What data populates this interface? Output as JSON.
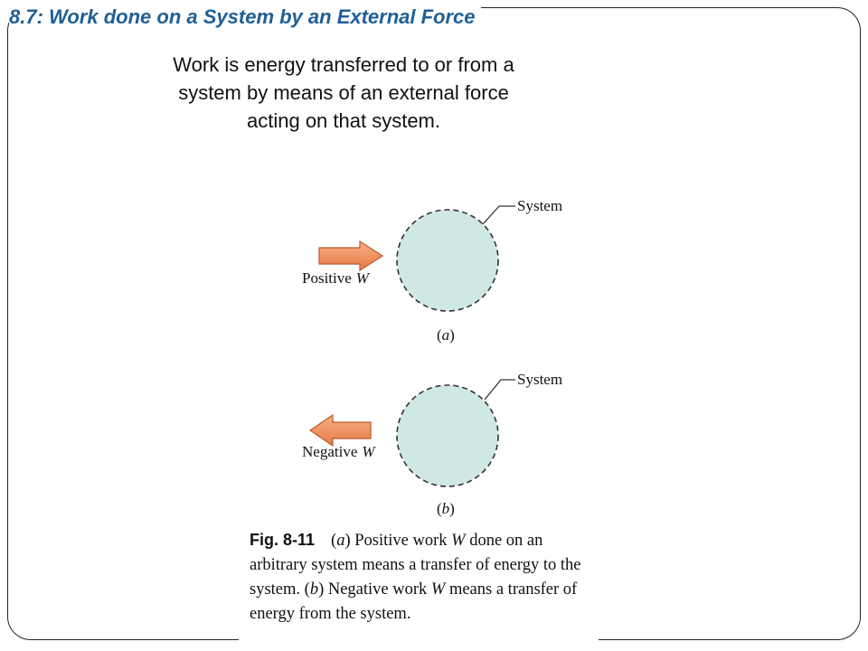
{
  "slide": {
    "title": "8.7: Work done on a System by an External Force",
    "intro": "Work is energy transferred to or from a system by means of an external force acting on that system."
  },
  "figure": {
    "panel_a": {
      "system_label": "System",
      "work_label": "Positive",
      "work_symbol": "W",
      "panel_letter": "a",
      "arrow_direction": "right"
    },
    "panel_b": {
      "system_label": "System",
      "work_label": "Negative",
      "work_symbol": "W",
      "panel_letter": "b",
      "arrow_direction": "left"
    },
    "colors": {
      "system_fill": "#cfe8e3",
      "arrow_fill": "#ef8c58",
      "title_color": "#1f5f96"
    }
  },
  "caption": {
    "fig_label": "Fig. 8-11",
    "part1_open": "(",
    "part1_letter": "a",
    "part1_close": ")",
    "part2": " Positive work ",
    "part2_symbol": "W",
    "part3": " done on an arbitrary system means a transfer of energy to the system. ",
    "part4_open": "(",
    "part4_letter": "b",
    "part4_close": ")",
    "part5": " Negative work ",
    "part5_symbol": "W",
    "part6": " means a transfer of energy from the system."
  }
}
